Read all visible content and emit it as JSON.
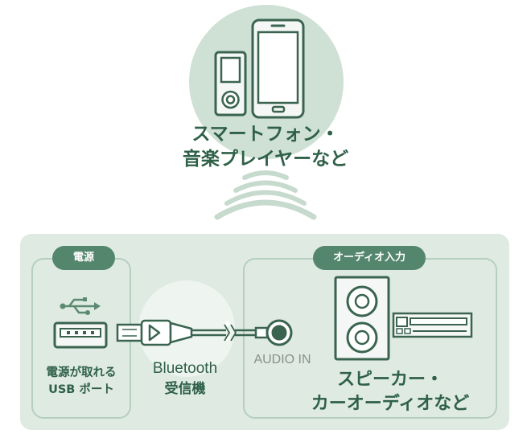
{
  "labels": {
    "source_line1": "スマートフォン・",
    "source_line2": "音楽プレイヤーなど",
    "power_badge": "電源",
    "audio_in_badge": "オーディオ入力",
    "usb_line1": "電源が取れる",
    "usb_line2": "USB ポート",
    "receiver_line1": "Bluetooth",
    "receiver_line2": "受信機",
    "audio_in_port": "AUDIO IN",
    "dest_line1": "スピーカー・",
    "dest_line2": "カーオーディオなど"
  },
  "icons": [
    "smartphone-icon",
    "music-player-icon",
    "wireless-signal-icon",
    "usb-symbol-icon",
    "usb-port-icon",
    "bluetooth-receiver-icon",
    "audio-jack-icon",
    "speaker-icon",
    "car-audio-icon"
  ],
  "colors": {
    "panel": "#dfeae3",
    "circle": "#cfe0d5",
    "badge": "#54866d",
    "line": "#3a6450",
    "text": "#2f6048",
    "box_border": "#b5cfbf"
  }
}
